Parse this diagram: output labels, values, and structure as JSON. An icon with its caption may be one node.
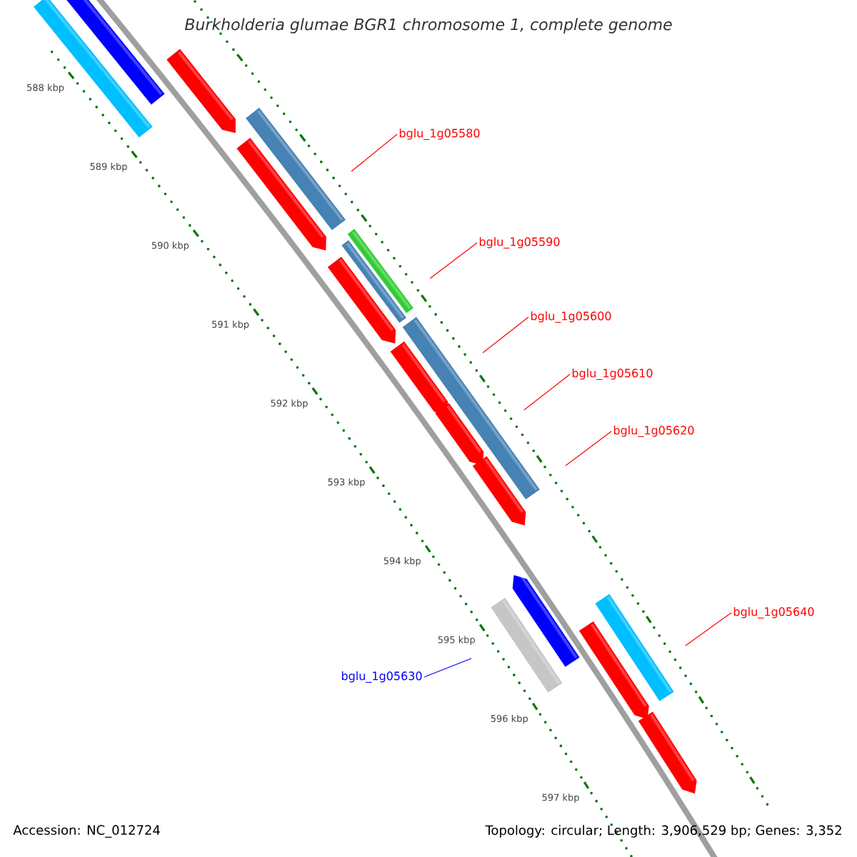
{
  "diagram": {
    "title": "Burkholderia glumae BGR1 chromosome 1, complete genome",
    "nodes": [
      {
        "text": [
          "bglu_1g05580"
        ]
      },
      {
        "text": [
          "bglu_1g05590"
        ]
      },
      {
        "text": [
          "bglu_1g05600"
        ]
      },
      {
        "text": [
          "bglu_1g05610"
        ]
      },
      {
        "text": [
          "bglu_1g05620"
        ]
      },
      {
        "text": [
          "bglu_1g05630"
        ]
      },
      {
        "text": [
          "bglu_1g05640"
        ]
      }
    ],
    "edges": [
      {
        "from": 0,
        "to": null,
        "arrow": "none"
      },
      {
        "from": 1,
        "to": null,
        "arrow": "none"
      },
      {
        "from": 2,
        "to": null,
        "arrow": "none"
      },
      {
        "from": 3,
        "to": null,
        "arrow": "none"
      },
      {
        "from": 4,
        "to": null,
        "arrow": "none"
      },
      {
        "from": 5,
        "to": null,
        "arrow": "none",
        "color": "#0000ff"
      },
      {
        "from": 6,
        "to": null,
        "arrow": "none"
      }
    ],
    "labels": [
      "588 kbp",
      "589 kbp",
      "590 kbp",
      "591 kbp",
      "592 kbp",
      "593 kbp",
      "594 kbp",
      "595 kbp",
      "596 kbp",
      "597 kbp",
      "Accession: NC_012724",
      "Topology: circular; Length: 3,906,529 bp; Genes: 3,352"
    ]
  }
}
